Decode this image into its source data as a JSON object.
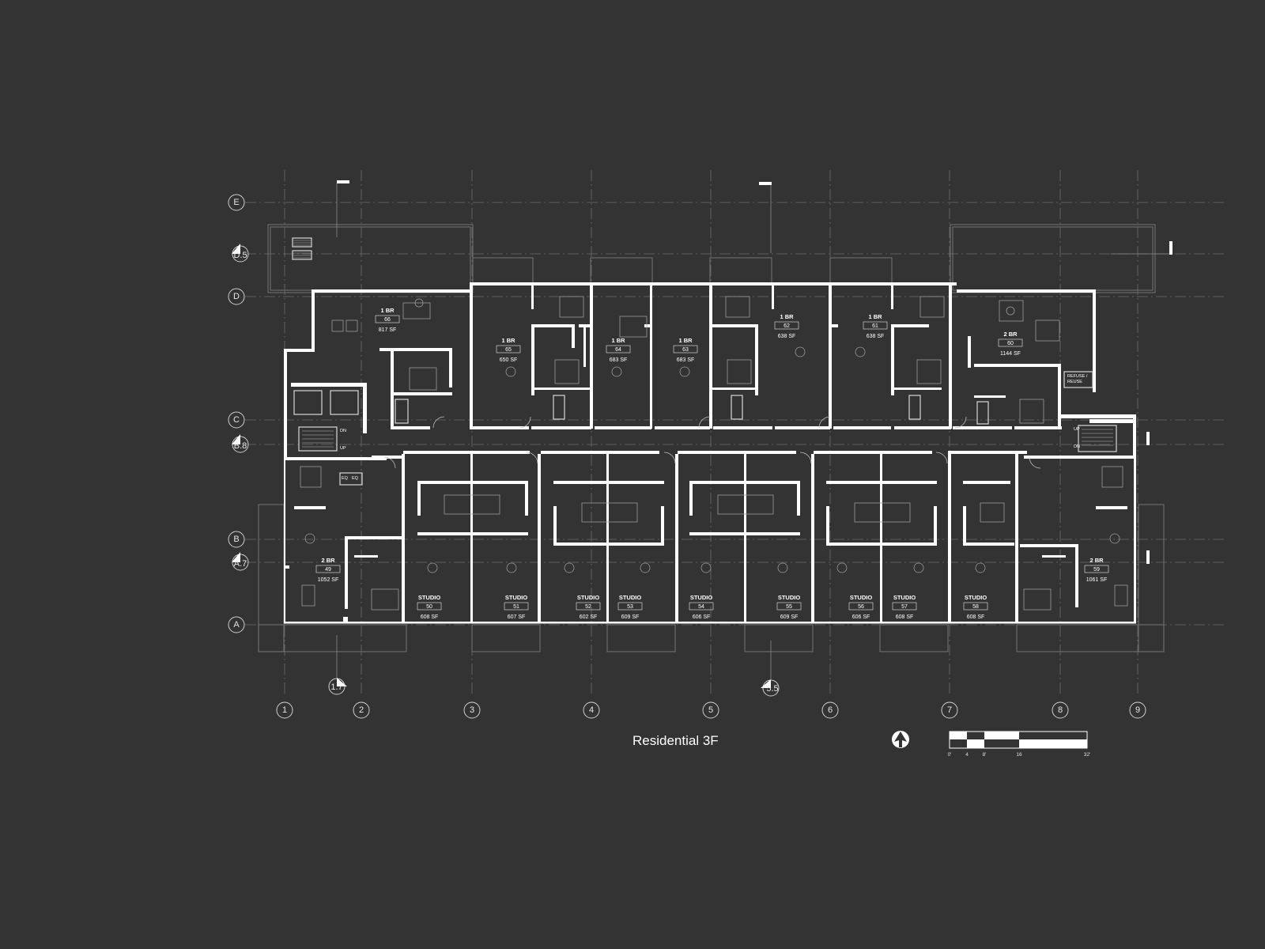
{
  "drawing": {
    "title": "Residential 3F",
    "colors": {
      "background": "#333333",
      "walls": "#ffffff",
      "grid": "#6e6e6e",
      "furniture": "#9a9a9a"
    }
  },
  "grid": {
    "columns": [
      "1",
      "2",
      "3",
      "4",
      "5",
      "6",
      "7",
      "8",
      "9"
    ],
    "rows": [
      "E",
      "D.5",
      "D",
      "C",
      "B.8",
      "B",
      "A.7",
      "A"
    ]
  },
  "sections": [
    "D.5",
    "B.8",
    "A.7",
    "1.7",
    "5.5"
  ],
  "rooms": [
    {
      "type": "1 BR",
      "number": "66",
      "area": "817 SF"
    },
    {
      "type": "1 BR",
      "number": "65",
      "area": "650 SF"
    },
    {
      "type": "1 BR",
      "number": "64",
      "area": "683 SF"
    },
    {
      "type": "1 BR",
      "number": "63",
      "area": "683 SF"
    },
    {
      "type": "1 BR",
      "number": "62",
      "area": "638 SF"
    },
    {
      "type": "1 BR",
      "number": "61",
      "area": "638 SF"
    },
    {
      "type": "2 BR",
      "number": "60",
      "area": "1144 SF"
    },
    {
      "type": "2 BR",
      "number": "49",
      "area": "1052 SF"
    },
    {
      "type": "STUDIO",
      "number": "50",
      "area": "608 SF"
    },
    {
      "type": "STUDIO",
      "number": "51",
      "area": "607 SF"
    },
    {
      "type": "STUDIO",
      "number": "52",
      "area": "602 SF"
    },
    {
      "type": "STUDIO",
      "number": "53",
      "area": "609 SF"
    },
    {
      "type": "STUDIO",
      "number": "54",
      "area": "606 SF"
    },
    {
      "type": "STUDIO",
      "number": "55",
      "area": "609 SF"
    },
    {
      "type": "STUDIO",
      "number": "56",
      "area": "606 SF"
    },
    {
      "type": "STUDIO",
      "number": "57",
      "area": "608 SF"
    },
    {
      "type": "STUDIO",
      "number": "58",
      "area": "608 SF"
    },
    {
      "type": "2 BR",
      "number": "59",
      "area": "1061 SF"
    }
  ],
  "labels": {
    "stair_west_down": "DN",
    "stair_west_up": "UP",
    "stair_east_up": "UP",
    "stair_east_down": "DN",
    "equipment_1": "EQ",
    "equipment_2": "EQ",
    "refuse_1": "REFUSE /",
    "refuse_2": "REUSE"
  },
  "scale_bar": {
    "ticks": [
      "0'",
      "4",
      "8'",
      "16",
      "32'"
    ]
  },
  "north_arrow": "north-arrow-icon"
}
